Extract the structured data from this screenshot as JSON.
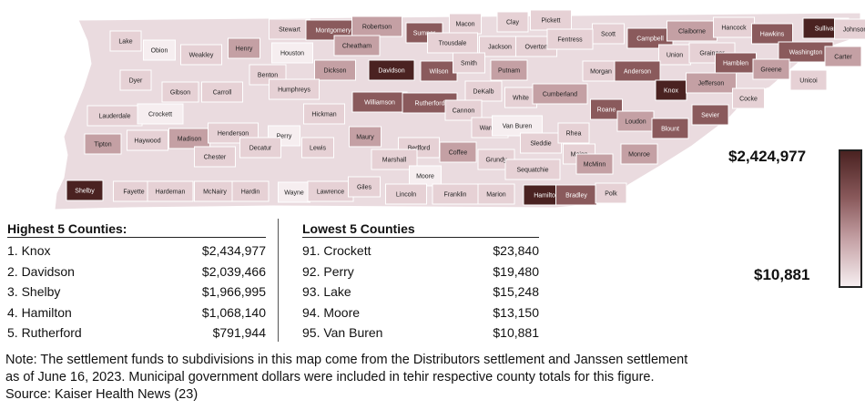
{
  "map": {
    "colors": {
      "lightest": "#f6eef0",
      "light": "#e6d1d5",
      "mid": "#c4a0a4",
      "dark": "#8a5a5c",
      "darkest": "#4a2221",
      "border": "#ffffff"
    },
    "counties": [
      {
        "name": "Lake",
        "shade": "light"
      },
      {
        "name": "Obion",
        "shade": "lightest"
      },
      {
        "name": "Weakley",
        "shade": "light"
      },
      {
        "name": "Henry",
        "shade": "mid"
      },
      {
        "name": "Stewart",
        "shade": "light"
      },
      {
        "name": "Montgomery",
        "shade": "dark"
      },
      {
        "name": "Robertson",
        "shade": "mid"
      },
      {
        "name": "Sumner",
        "shade": "dark"
      },
      {
        "name": "Macon",
        "shade": "light"
      },
      {
        "name": "Clay",
        "shade": "light"
      },
      {
        "name": "Pickett",
        "shade": "light"
      },
      {
        "name": "Scott",
        "shade": "light"
      },
      {
        "name": "Campbell",
        "shade": "dark"
      },
      {
        "name": "Claiborne",
        "shade": "mid"
      },
      {
        "name": "Hancock",
        "shade": "light"
      },
      {
        "name": "Hawkins",
        "shade": "dark"
      },
      {
        "name": "Sullivan",
        "shade": "darkest"
      },
      {
        "name": "Johnson",
        "shade": "light"
      },
      {
        "name": "Houston",
        "shade": "lightest"
      },
      {
        "name": "Cheatham",
        "shade": "mid"
      },
      {
        "name": "Trousdale",
        "shade": "light"
      },
      {
        "name": "Jackson",
        "shade": "light"
      },
      {
        "name": "Overton",
        "shade": "light"
      },
      {
        "name": "Fentress",
        "shade": "light"
      },
      {
        "name": "Union",
        "shade": "light"
      },
      {
        "name": "Grainger",
        "shade": "light"
      },
      {
        "name": "Hamblen",
        "shade": "dark"
      },
      {
        "name": "Washington",
        "shade": "dark"
      },
      {
        "name": "Carter",
        "shade": "mid"
      },
      {
        "name": "Dyer",
        "shade": "light"
      },
      {
        "name": "Benton",
        "shade": "light"
      },
      {
        "name": "Dickson",
        "shade": "mid"
      },
      {
        "name": "Davidson",
        "shade": "darkest"
      },
      {
        "name": "Wilson",
        "shade": "dark"
      },
      {
        "name": "Smith",
        "shade": "light"
      },
      {
        "name": "Putnam",
        "shade": "mid"
      },
      {
        "name": "Morgan",
        "shade": "light"
      },
      {
        "name": "Anderson",
        "shade": "dark"
      },
      {
        "name": "Greene",
        "shade": "mid"
      },
      {
        "name": "Unicoi",
        "shade": "light"
      },
      {
        "name": "Gibson",
        "shade": "light"
      },
      {
        "name": "Carroll",
        "shade": "light"
      },
      {
        "name": "Humphreys",
        "shade": "light"
      },
      {
        "name": "Williamson",
        "shade": "dark"
      },
      {
        "name": "Rutherford",
        "shade": "dark"
      },
      {
        "name": "DeKalb",
        "shade": "light"
      },
      {
        "name": "White",
        "shade": "light"
      },
      {
        "name": "Cumberland",
        "shade": "mid"
      },
      {
        "name": "Knox",
        "shade": "darkest"
      },
      {
        "name": "Jefferson",
        "shade": "mid"
      },
      {
        "name": "Cocke",
        "shade": "light"
      },
      {
        "name": "Lauderdale",
        "shade": "light"
      },
      {
        "name": "Crockett",
        "shade": "lightest"
      },
      {
        "name": "Hickman",
        "shade": "light"
      },
      {
        "name": "Cannon",
        "shade": "light"
      },
      {
        "name": "Roane",
        "shade": "dark"
      },
      {
        "name": "Tipton",
        "shade": "mid"
      },
      {
        "name": "Haywood",
        "shade": "light"
      },
      {
        "name": "Madison",
        "shade": "mid"
      },
      {
        "name": "Henderson",
        "shade": "light"
      },
      {
        "name": "Chester",
        "shade": "light"
      },
      {
        "name": "Perry",
        "shade": "lightest"
      },
      {
        "name": "Decatur",
        "shade": "light"
      },
      {
        "name": "Lewis",
        "shade": "light"
      },
      {
        "name": "Maury",
        "shade": "mid"
      },
      {
        "name": "Bedford",
        "shade": "light"
      },
      {
        "name": "Coffee",
        "shade": "mid"
      },
      {
        "name": "Warren",
        "shade": "light"
      },
      {
        "name": "Van Buren",
        "shade": "lightest"
      },
      {
        "name": "Sleddie",
        "shade": "light"
      },
      {
        "name": "Rhea",
        "shade": "light"
      },
      {
        "name": "Meigs",
        "shade": "light"
      },
      {
        "name": "Loudon",
        "shade": "mid"
      },
      {
        "name": "Blount",
        "shade": "dark"
      },
      {
        "name": "Sevier",
        "shade": "dark"
      },
      {
        "name": "Monroe",
        "shade": "mid"
      },
      {
        "name": "McMinn",
        "shade": "mid"
      },
      {
        "name": "Shelby",
        "shade": "darkest"
      },
      {
        "name": "Fayette",
        "shade": "light"
      },
      {
        "name": "Hardeman",
        "shade": "light"
      },
      {
        "name": "McNairy",
        "shade": "light"
      },
      {
        "name": "Hardin",
        "shade": "light"
      },
      {
        "name": "Wayne",
        "shade": "lightest"
      },
      {
        "name": "Lawrence",
        "shade": "light"
      },
      {
        "name": "Giles",
        "shade": "light"
      },
      {
        "name": "Marshall",
        "shade": "light"
      },
      {
        "name": "Moore",
        "shade": "lightest"
      },
      {
        "name": "Lincoln",
        "shade": "light"
      },
      {
        "name": "Franklin",
        "shade": "light"
      },
      {
        "name": "Marion",
        "shade": "light"
      },
      {
        "name": "Grundy",
        "shade": "light"
      },
      {
        "name": "Sequatchie",
        "shade": "light"
      },
      {
        "name": "Hamilton",
        "shade": "darkest"
      },
      {
        "name": "Bradley",
        "shade": "dark"
      },
      {
        "name": "Polk",
        "shade": "light"
      }
    ]
  },
  "legend": {
    "max_label": "$2,424,977",
    "min_label": "$10,881"
  },
  "highest": {
    "title": "Highest 5 Counties:",
    "rows": [
      {
        "label": "1. Knox",
        "value": "$2,434,977"
      },
      {
        "label": "2. Davidson",
        "value": "$2,039,466"
      },
      {
        "label": "3. Shelby",
        "value": "$1,966,995"
      },
      {
        "label": "4. Hamilton",
        "value": "$1,068,140"
      },
      {
        "label": "5. Rutherford",
        "value": "$791,944"
      }
    ]
  },
  "lowest": {
    "title": "Lowest 5 Counties",
    "rows": [
      {
        "label": "91. Crockett",
        "value": "$23,840"
      },
      {
        "label": "92. Perry",
        "value": "$19,480"
      },
      {
        "label": "93. Lake",
        "value": "$15,248"
      },
      {
        "label": "94. Moore",
        "value": "$13,150"
      },
      {
        "label": "95. Van Buren",
        "value": "$10,881"
      }
    ]
  },
  "notes": {
    "line1": "Note: The settlement funds to subdivisions in this map come from the Distributors settlement and Janssen settlement",
    "line2": "as of June 16, 2023. Municipal government dollars were included in tehir respective county totals for this figure.",
    "source": "Source: Kaiser Health News (23)"
  }
}
